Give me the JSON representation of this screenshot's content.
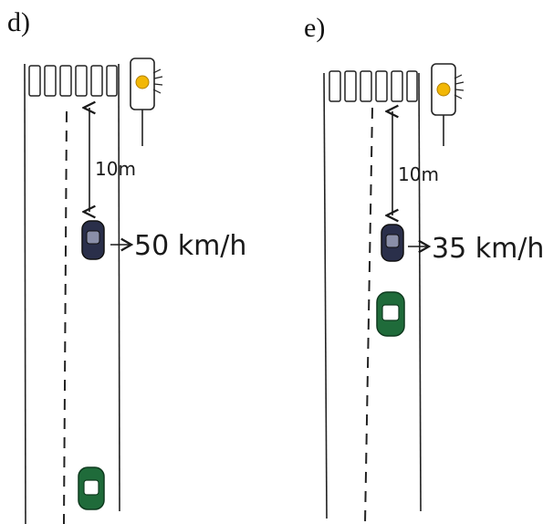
{
  "panels": [
    {
      "id": "d",
      "label": "d)",
      "distance_label": "10m",
      "speed_label": "50 km/h",
      "light_color": "#f2b705",
      "front_car_color": "#2a2f4a",
      "rear_car_color": "#1f6b3a"
    },
    {
      "id": "e",
      "label": "e)",
      "distance_label": "10m",
      "speed_label": "35 km/h",
      "light_color": "#f2b705",
      "front_car_color": "#2a2f4a",
      "rear_car_color": "#1f6b3a"
    }
  ]
}
